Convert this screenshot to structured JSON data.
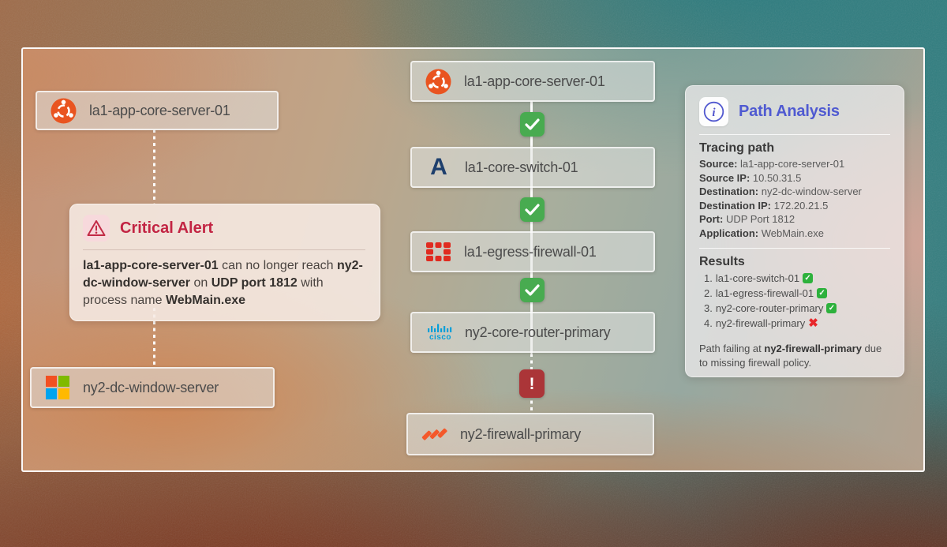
{
  "left_flow": {
    "source_node": {
      "label": "la1-app-core-server-01",
      "icon": "ubuntu-logo"
    },
    "dest_node": {
      "label": "ny2-dc-window-server",
      "icon": "microsoft-logo"
    },
    "alert": {
      "title": "Critical Alert",
      "body_segments": [
        {
          "text": "la1-app-core-server-01"
        },
        {
          "text": " can no longer reach "
        },
        {
          "text": "ny2-dc-window-server"
        },
        {
          "text": " on "
        },
        {
          "text": "UDP port 1812"
        },
        {
          "text": " with process name "
        },
        {
          "text": "WebMain.exe"
        }
      ]
    }
  },
  "path_flow": {
    "nodes": [
      {
        "label": "la1-app-core-server-01",
        "icon": "ubuntu-logo",
        "status_after": "ok"
      },
      {
        "label": "la1-core-switch-01",
        "icon": "arista-logo",
        "status_after": "ok"
      },
      {
        "label": "la1-egress-firewall-01",
        "icon": "fortinet-logo",
        "status_after": "ok"
      },
      {
        "label": "ny2-core-router-primary",
        "icon": "cisco-logo",
        "status_after": "fail"
      },
      {
        "label": "ny2-firewall-primary",
        "icon": "paloalto-logo",
        "status_after": null
      }
    ],
    "fail_badge_glyph": "!",
    "cisco_wordmark": "cisco"
  },
  "panel": {
    "title": "Path Analysis",
    "tracing": {
      "heading": "Tracing path",
      "rows": [
        {
          "label": "Source:",
          "value": " la1-app-core-server-01"
        },
        {
          "label": "Source IP:",
          "value": " 10.50.31.5"
        },
        {
          "label": "Destination:",
          "value": " ny2-dc-window-server"
        },
        {
          "label": "Destination IP:",
          "value": " 172.20.21.5"
        },
        {
          "label": "Port:",
          "value": " UDP Port 1812"
        },
        {
          "label": "Application:",
          "value": " WebMain.exe"
        }
      ]
    },
    "results": {
      "heading": "Results",
      "items": [
        {
          "num": "1.",
          "label": "la1-core-switch-01",
          "status": "ok"
        },
        {
          "num": "2.",
          "label": "la1-egress-firewall-01",
          "status": "ok"
        },
        {
          "num": "3.",
          "label": "ny2-core-router-primary",
          "status": "ok"
        },
        {
          "num": "4.",
          "label": "ny2-firewall-primary",
          "status": "fail"
        }
      ],
      "check_glyph": "✓",
      "x_glyph": "✖"
    },
    "footer_segments": [
      {
        "text": "Path failing at "
      },
      {
        "text": "ny2-firewall-primary"
      },
      {
        "text": " due to missing firewall policy."
      }
    ]
  },
  "colors": {
    "accent_indigo": "#4f5ad1",
    "alert_red": "#c22443",
    "ok_green": "#48ab50",
    "fail_red": "#ab3538",
    "ubuntu_orange": "#e95420",
    "fortinet_red": "#e02b20",
    "cisco_blue": "#049fd9",
    "paloalto_orange": "#f4582a",
    "arista_navy": "#1e3f6d",
    "ms_red": "#f25022",
    "ms_green": "#7fba00",
    "ms_blue": "#00a4ef",
    "ms_yellow": "#ffb900"
  }
}
